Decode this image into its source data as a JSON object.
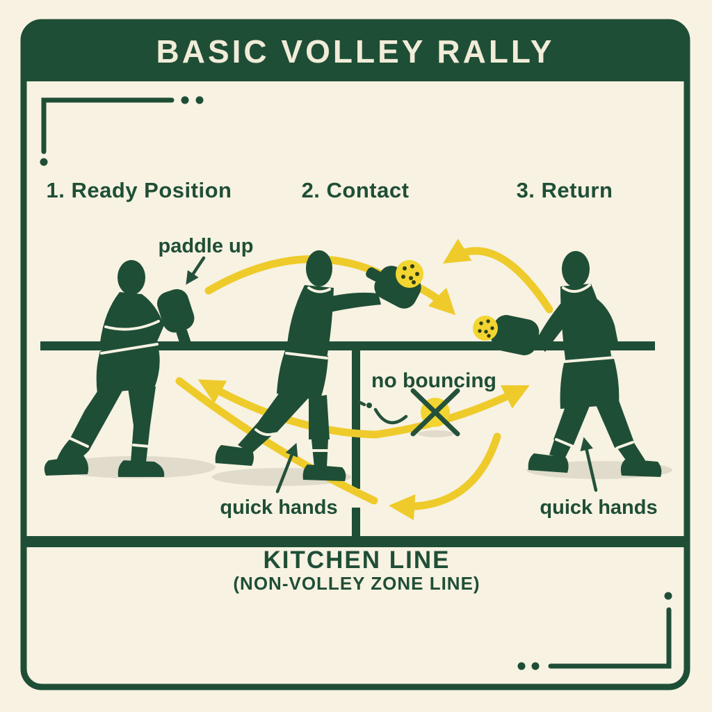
{
  "header": {
    "title": "BASIC VOLLEY RALLY"
  },
  "steps": [
    {
      "label": "1. Ready Position"
    },
    {
      "label": "2. Contact"
    },
    {
      "label": "3. Return"
    }
  ],
  "annotations": {
    "paddle_up": "paddle up",
    "no_bouncing": "no bouncing",
    "quick_hands_left": "quick hands",
    "quick_hands_right": "quick hands"
  },
  "footer": {
    "kitchen_line": "KITCHEN LINE",
    "non_volley_zone": "(NON-VOLLEY ZONE LINE)"
  },
  "colors": {
    "dark_green": "#1f4e36",
    "yellow": "#eecb2b",
    "cream_background": "#f7f2e2",
    "ball_yellow": "#f2d530",
    "shadow_gray": "#e0dbcb"
  },
  "icons": {
    "ball_1": "pickleball-icon",
    "ball_2": "pickleball-icon",
    "crossed_ball": "no-bounce-crossed-ball-icon",
    "players": [
      "player-ready-silhouette",
      "player-contact-silhouette",
      "player-return-silhouette"
    ]
  }
}
